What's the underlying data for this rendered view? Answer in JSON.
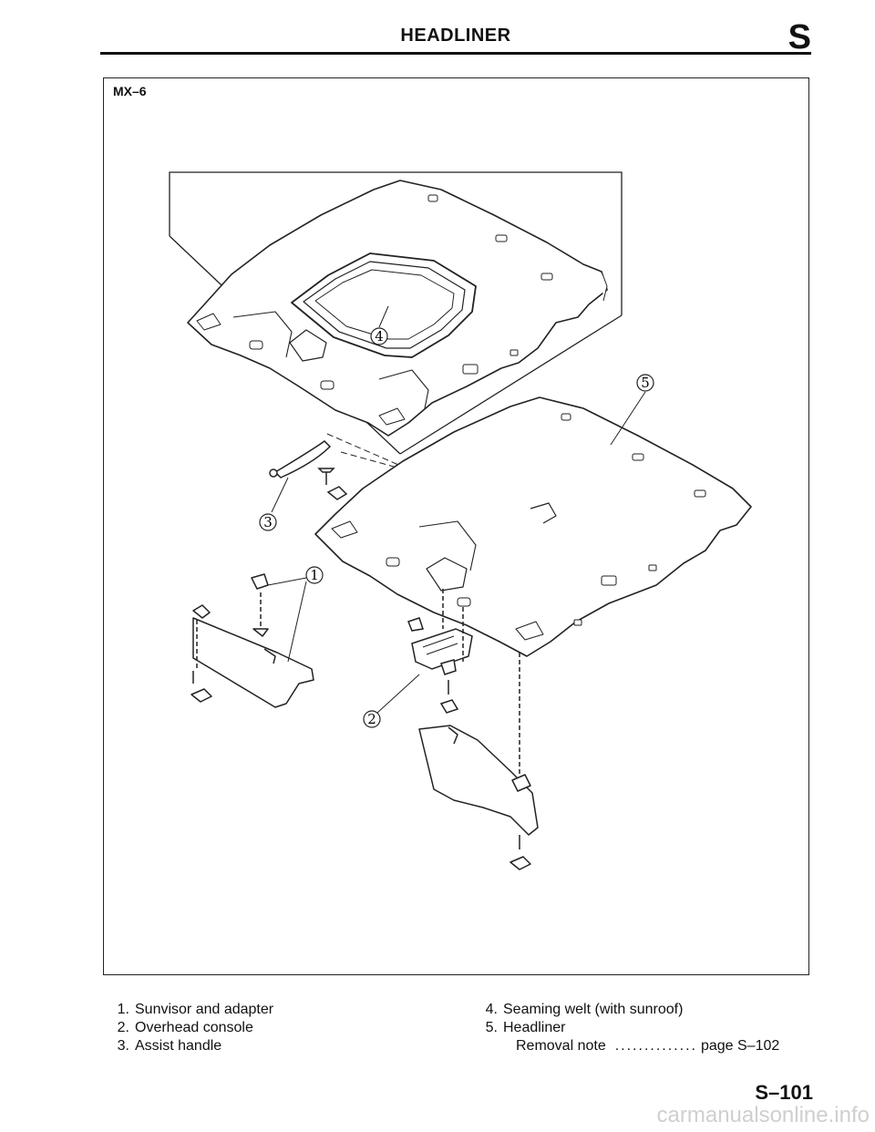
{
  "header": {
    "title": "HEADLINER",
    "section": "S"
  },
  "figure": {
    "model": "MX–6",
    "callouts": {
      "c1": "1",
      "c2": "2",
      "c3": "3",
      "c4": "4",
      "c5": "5"
    }
  },
  "parts_left": [
    {
      "num": "1.",
      "label": "Sunvisor and adapter"
    },
    {
      "num": "2.",
      "label": "Overhead console"
    },
    {
      "num": "3.",
      "label": "Assist handle"
    }
  ],
  "parts_right": [
    {
      "num": "4.",
      "label": "Seaming welt (with sunroof)"
    },
    {
      "num": "5.",
      "label": "Headliner"
    }
  ],
  "removal_note": {
    "label": "Removal note",
    "dots": "..............",
    "ref": "page S–102"
  },
  "page_number": "S–101",
  "watermark": "carmanualsonline.info"
}
